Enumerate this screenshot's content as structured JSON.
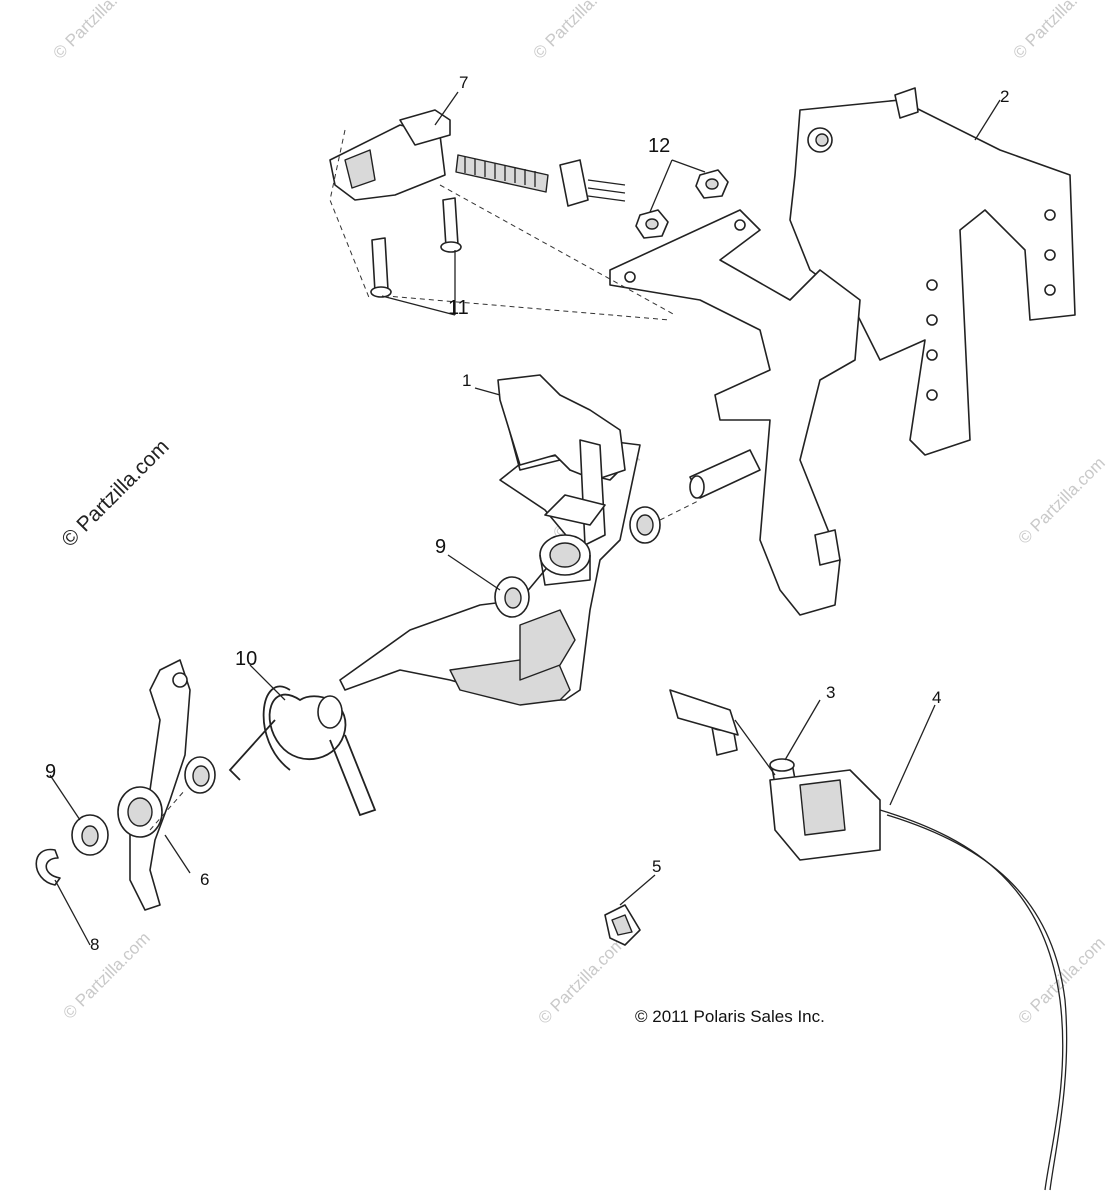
{
  "diagram": {
    "callouts": [
      "1",
      "2",
      "3",
      "4",
      "5",
      "6",
      "7",
      "8",
      "9",
      "9",
      "10",
      "11",
      "12"
    ],
    "copyright": "© 2011 Polaris Sales Inc.",
    "watermark_main": "© Partzilla.com",
    "watermark_small": "© Partzilla.com",
    "colors": {
      "line": "#222222",
      "shade": "#d9d9d9",
      "background": "#ffffff",
      "watermark": "#c9c9c9"
    }
  }
}
